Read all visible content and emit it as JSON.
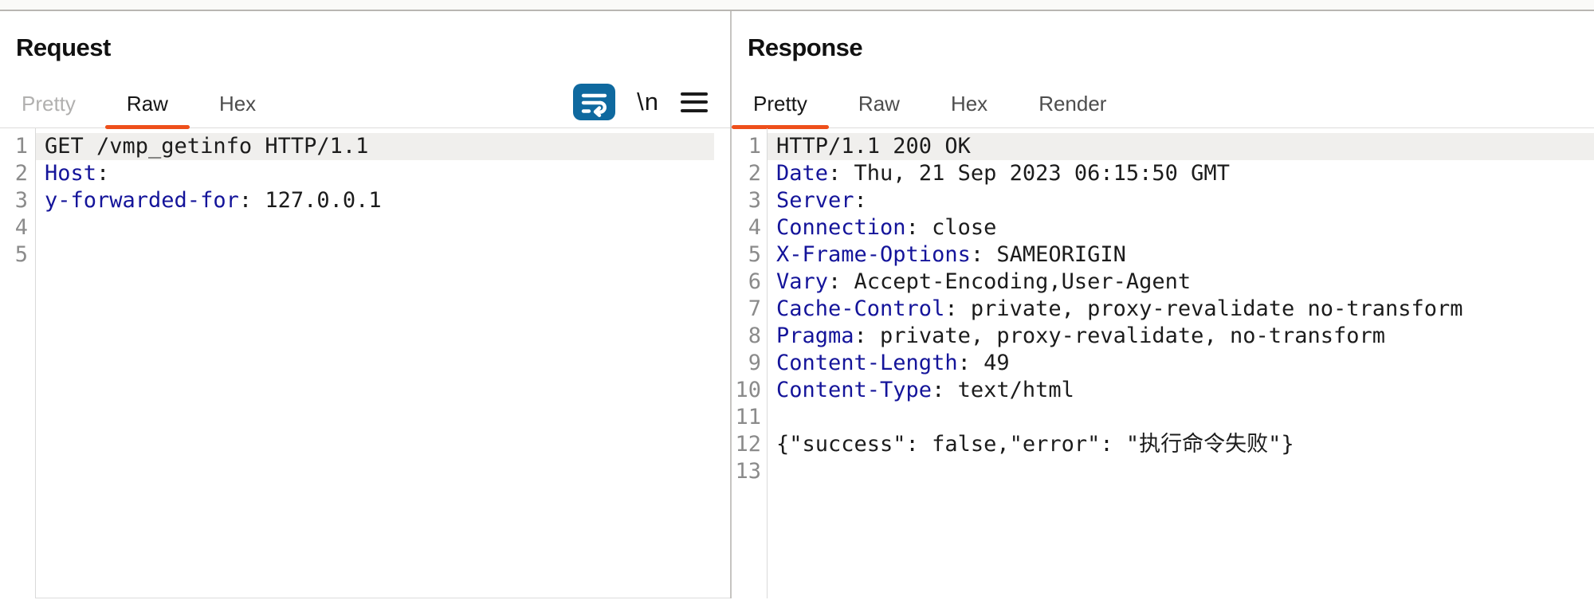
{
  "colors": {
    "accent_orange": "#ee4f1b",
    "header_name_blue": "#14149a",
    "wrap_button_blue": "#0f699f",
    "active_line_highlight": "#f0efed"
  },
  "request": {
    "title": "Request",
    "tabs": [
      {
        "label": "Pretty",
        "state": "disabled"
      },
      {
        "label": "Raw",
        "state": "active"
      },
      {
        "label": "Hex",
        "state": "normal"
      }
    ],
    "toolbar": {
      "wrap_icon": "word-wrap-icon",
      "newline_label": "\\n",
      "menu_icon": "hamburger-icon"
    },
    "lines": [
      {
        "n": 1,
        "text": "GET /vmp_getinfo HTTP/1.1",
        "active": true
      },
      {
        "n": 2,
        "key": "Host",
        "text": ":"
      },
      {
        "n": 3,
        "key": "y-forwarded-for",
        "text": ": 127.0.0.1"
      },
      {
        "n": 4,
        "text": ""
      },
      {
        "n": 5,
        "text": ""
      }
    ]
  },
  "response": {
    "title": "Response",
    "tabs": [
      {
        "label": "Pretty",
        "state": "active"
      },
      {
        "label": "Raw",
        "state": "normal"
      },
      {
        "label": "Hex",
        "state": "normal"
      },
      {
        "label": "Render",
        "state": "normal"
      }
    ],
    "lines": [
      {
        "n": 1,
        "text": "HTTP/1.1 200 OK",
        "active": true
      },
      {
        "n": 2,
        "key": "Date",
        "text": ": Thu, 21 Sep 2023 06:15:50 GMT"
      },
      {
        "n": 3,
        "key": "Server",
        "text": ":"
      },
      {
        "n": 4,
        "key": "Connection",
        "text": ": close"
      },
      {
        "n": 5,
        "key": "X-Frame-Options",
        "text": ": SAMEORIGIN"
      },
      {
        "n": 6,
        "key": "Vary",
        "text": ": Accept-Encoding,User-Agent"
      },
      {
        "n": 7,
        "key": "Cache-Control",
        "text": ": private, proxy-revalidate no-transform"
      },
      {
        "n": 8,
        "key": "Pragma",
        "text": ": private, proxy-revalidate, no-transform"
      },
      {
        "n": 9,
        "key": "Content-Length",
        "text": ": 49"
      },
      {
        "n": 10,
        "key": "Content-Type",
        "text": ": text/html"
      },
      {
        "n": 11,
        "text": ""
      },
      {
        "n": 12,
        "text": "{\"success\": false,\"error\": \"执行命令失败\"}"
      },
      {
        "n": 13,
        "text": ""
      }
    ]
  }
}
